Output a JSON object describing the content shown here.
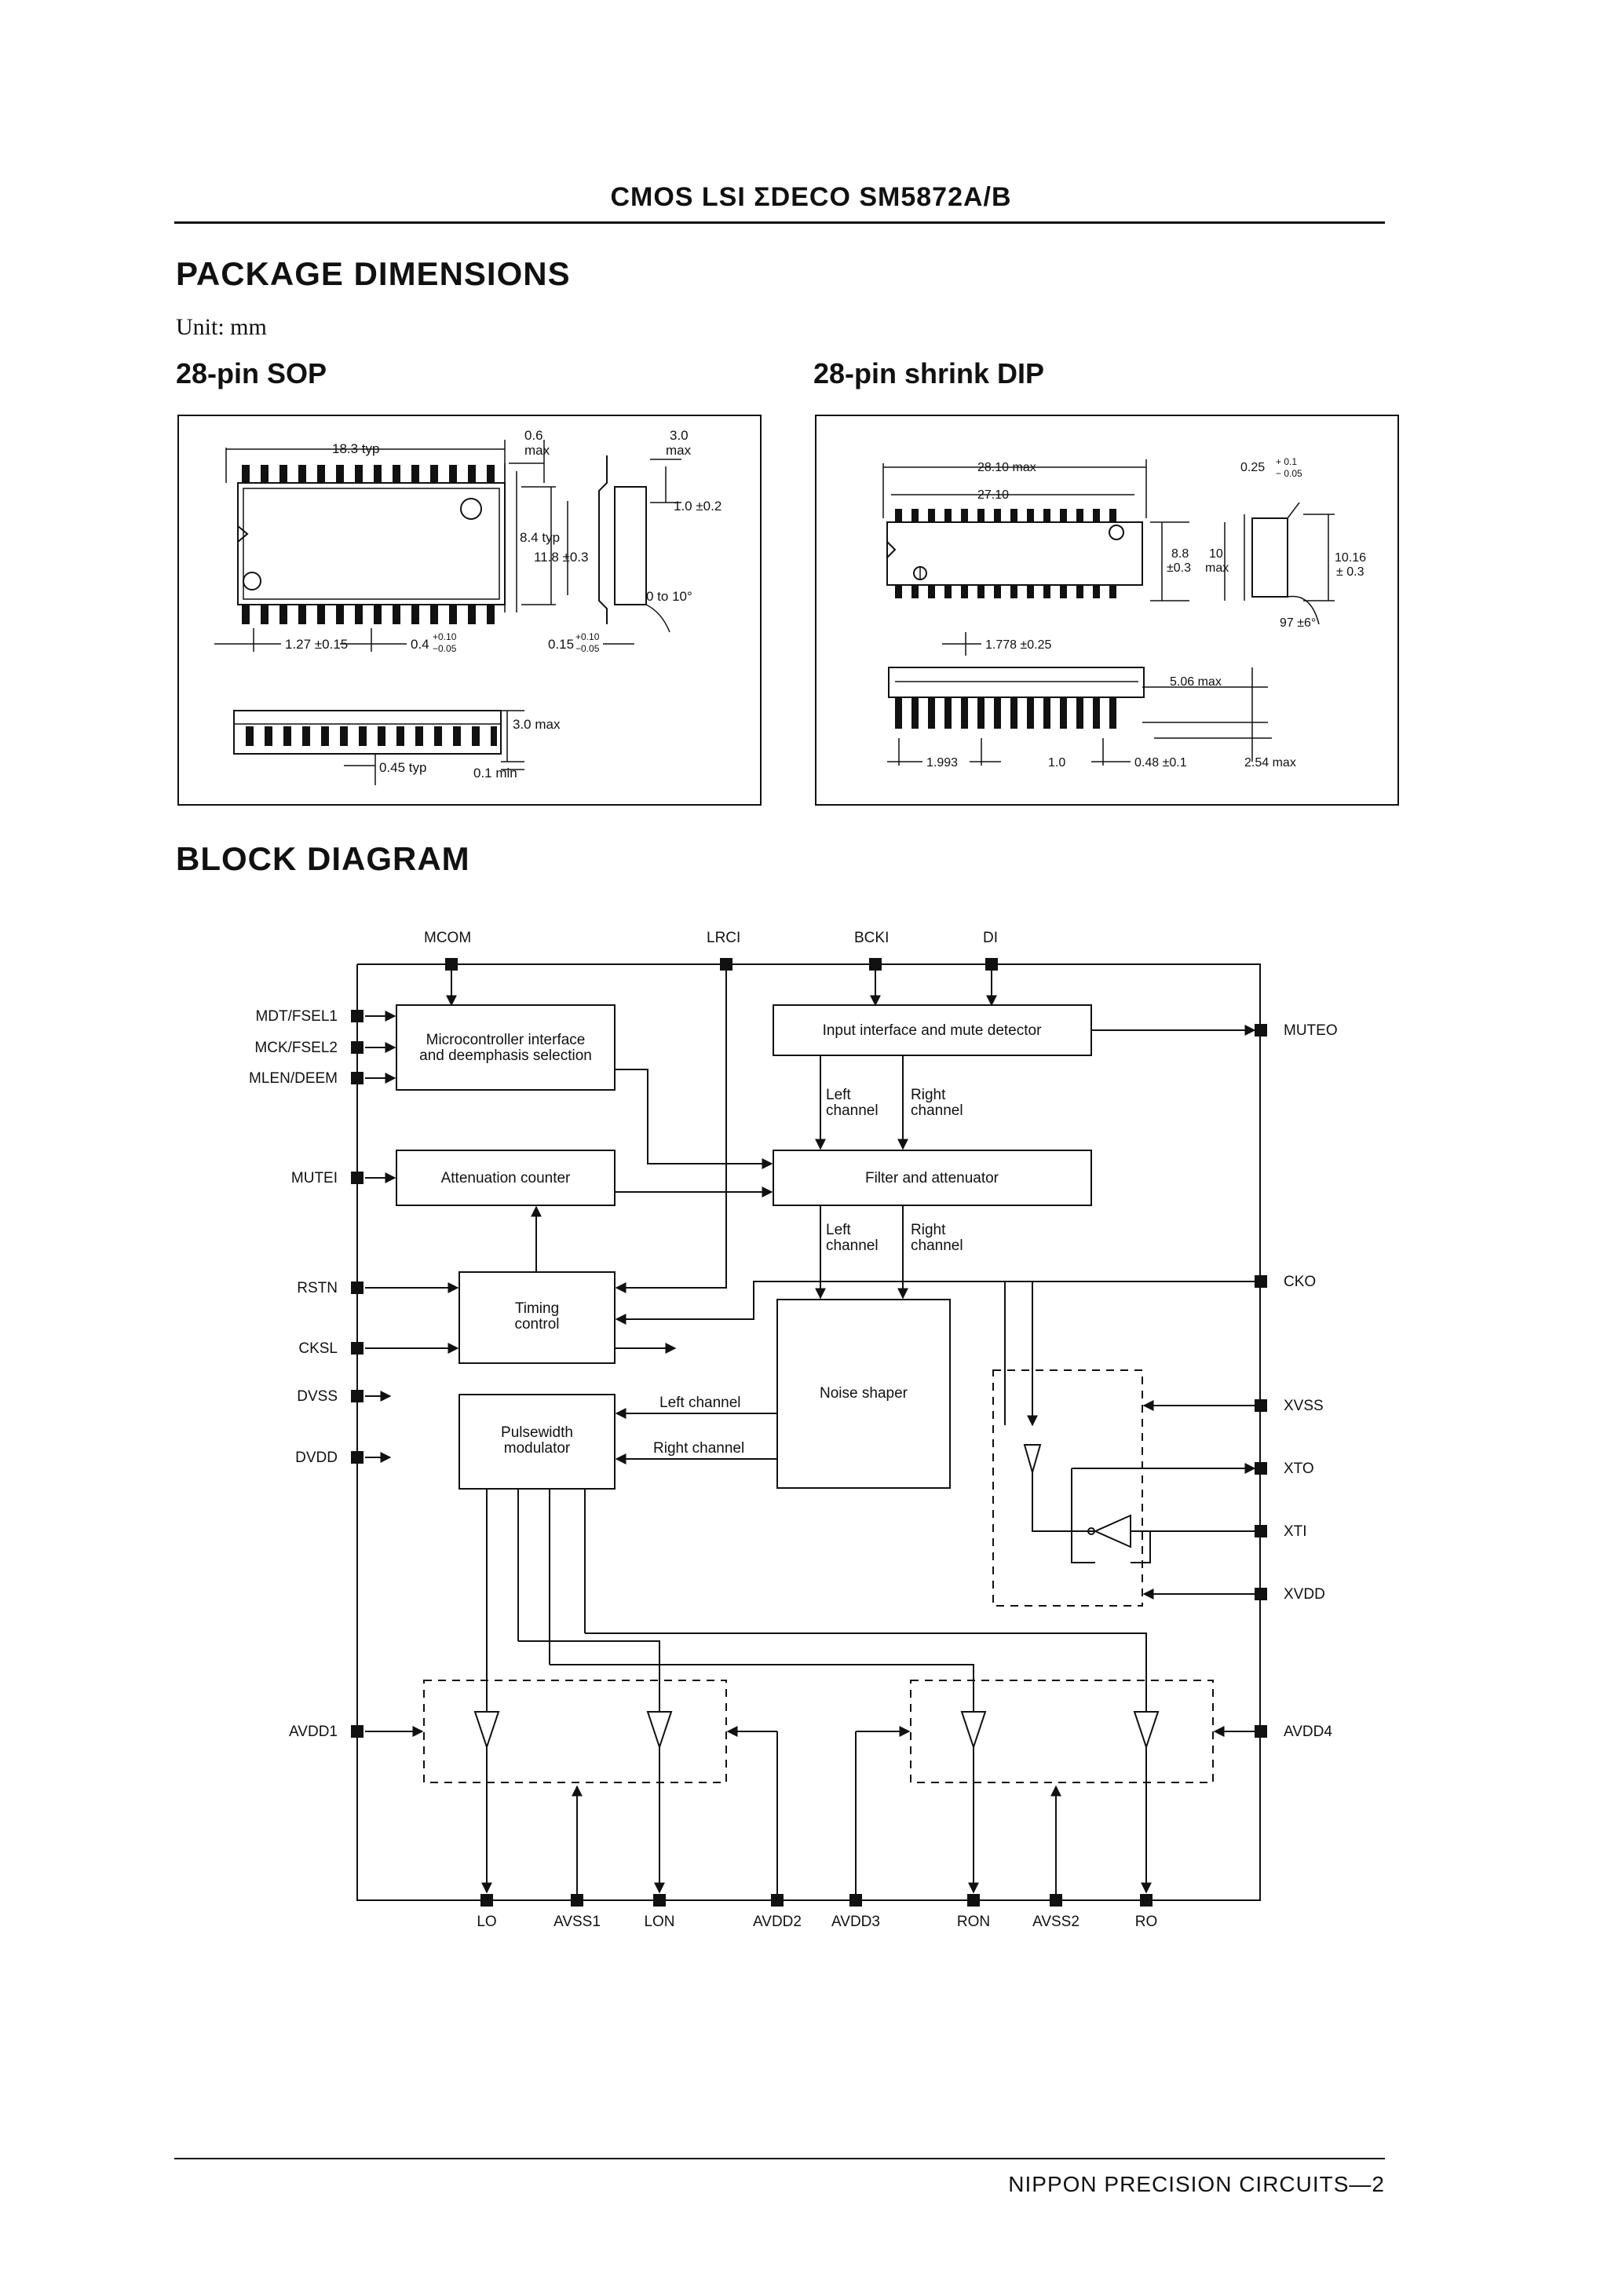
{
  "header": {
    "title": "CMOS LSI ΣDECO SM5872A/B"
  },
  "sections": {
    "package": "PACKAGE DIMENSIONS",
    "unit": "Unit:  mm",
    "block": "BLOCK DIAGRAM"
  },
  "sop": {
    "title": "28-pin SOP",
    "dims": {
      "len": "18.3 typ",
      "d06": "0.6",
      "max": "max",
      "d30": "3.0",
      "d10": "1.0 ±0.2",
      "d84": "8.4 typ",
      "d118": "11.8 ±0.3",
      "angle": "0 to 10°",
      "pitch": "1.27 ±0.15",
      "lead": "0.4",
      "lead_tol_p": "+0.10",
      "lead_tol_m": "−0.05",
      "thick": "0.15",
      "thick_tol_p": "+0.10",
      "thick_tol_m": "−0.05",
      "height": "3.0 max",
      "width45": "0.45 typ",
      "standoff": "0.1 min"
    }
  },
  "dip": {
    "title": "28-pin shrink DIP",
    "dims": {
      "len": "28.10 max",
      "body": "27.10",
      "t025": "0.25",
      "t025p": "+ 0.1",
      "t025m": "− 0.05",
      "d88": "8.8",
      "pm03": "±0.3",
      "d10": "10",
      "max": "max",
      "d1016": "10.16",
      "pm03b": "± 0.3",
      "angle": "97 ±6°",
      "pitch": "1.778 ±0.25",
      "height": "5.06 max",
      "d1993": "1.993",
      "d10b": "1.0",
      "d048": "0.48 ±0.1",
      "d254": "2.54 max"
    }
  },
  "block": {
    "top_pins": [
      "MCOM",
      "LRCI",
      "BCKI",
      "DI"
    ],
    "left_pins": [
      "MDT/FSEL1",
      "MCK/FSEL2",
      "MLEN/DEEM",
      "MUTEI",
      "RSTN",
      "CKSL",
      "DVSS",
      "DVDD",
      "AVDD1"
    ],
    "right_pins": [
      "MUTEO",
      "CKO",
      "XVSS",
      "XTO",
      "XTI",
      "XVDD",
      "AVDD4"
    ],
    "bottom_pins": [
      "LO",
      "AVSS1",
      "LON",
      "AVDD2",
      "AVDD3",
      "RON",
      "AVSS2",
      "RO"
    ],
    "boxes": {
      "micro1": "Microcontroller interface",
      "micro2": "and deemphasis selection",
      "input": "Input interface and mute detector",
      "atten": "Attenuation counter",
      "filter": "Filter and attenuator",
      "timing1": "Timing",
      "timing2": "control",
      "noise": "Noise shaper",
      "pwm1": "Pulsewidth",
      "pwm2": "modulator"
    },
    "signals": {
      "left": "Left",
      "right": "Right",
      "channel": "channel",
      "left_channel": "Left channel",
      "right_channel": "Right channel"
    }
  },
  "footer": {
    "text": "NIPPON PRECISION CIRCUITS—2"
  }
}
